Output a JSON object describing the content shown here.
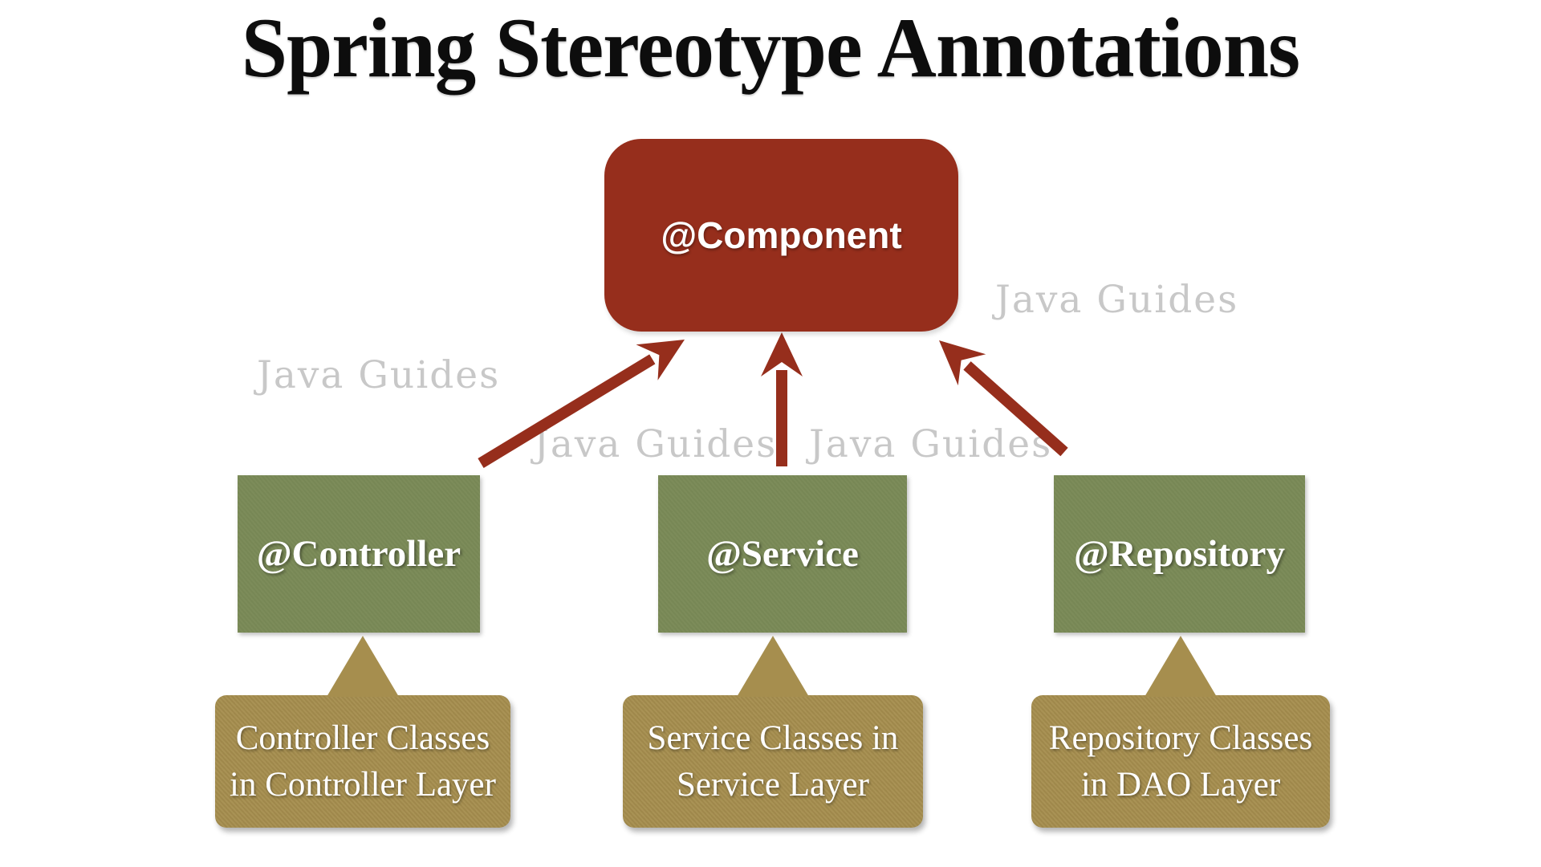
{
  "title": "Spring Stereotype Annotations",
  "watermark": {
    "text": "Java Guides"
  },
  "component": {
    "label": "@Component"
  },
  "stereotypes": [
    {
      "id": "controller",
      "label": "@Controller",
      "callout_line1": "Controller Classes",
      "callout_line2": "in Controller Layer"
    },
    {
      "id": "service",
      "label": "@Service",
      "callout_line1": "Service Classes in",
      "callout_line2": "Service Layer"
    },
    {
      "id": "repository",
      "label": "@Repository",
      "callout_line1": "Repository Classes",
      "callout_line2": "in DAO Layer"
    }
  ],
  "colors": {
    "component_box": "#962e1c",
    "stereotype_box": "#7a8a57",
    "callout_box": "#a68e4e",
    "arrow": "#962e1c",
    "watermark_text": "#c8c8c8",
    "title_text": "#0d0d0d",
    "label_text": "#ffffff"
  }
}
